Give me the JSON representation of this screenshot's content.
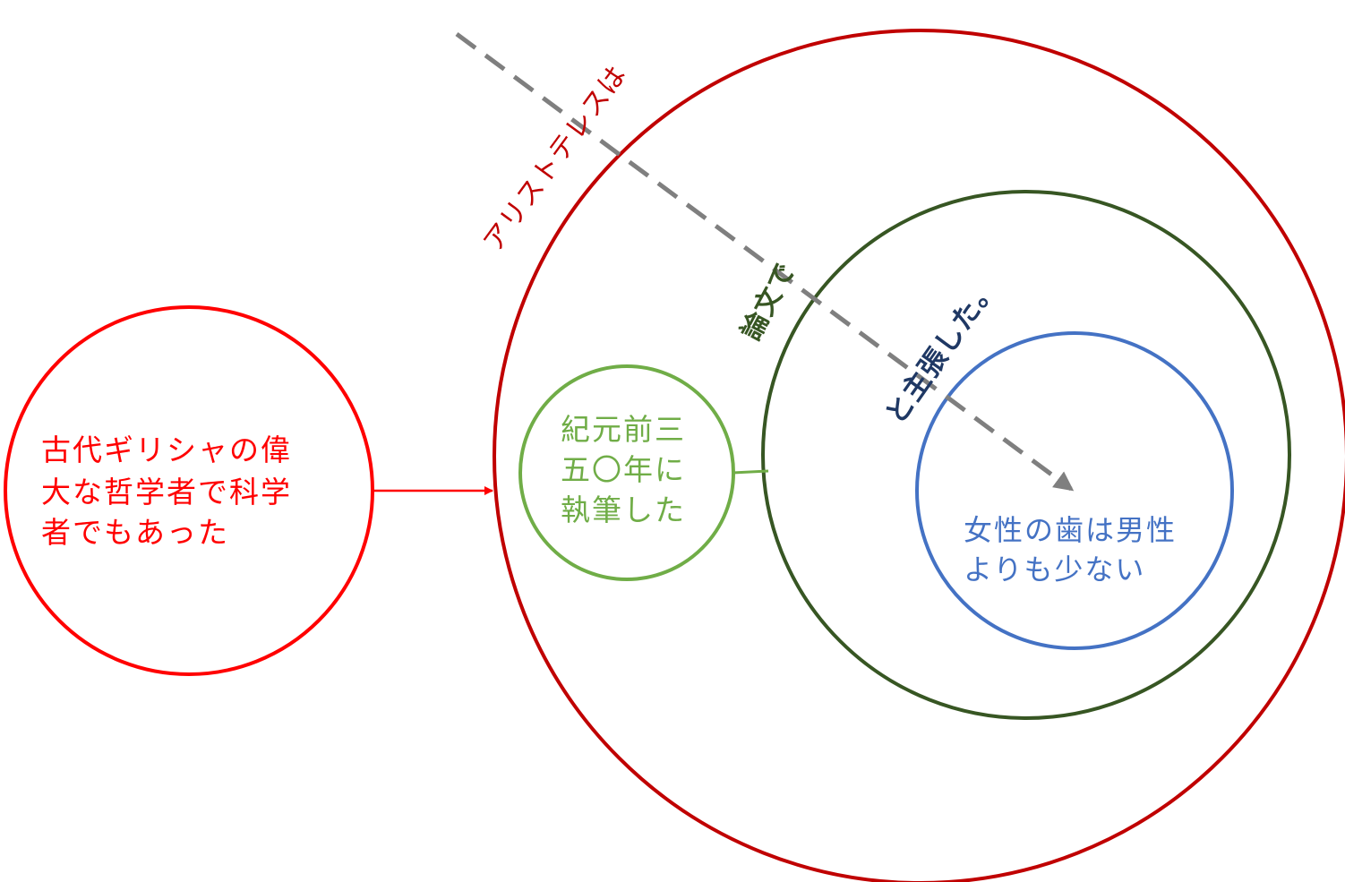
{
  "diagram": {
    "colors": {
      "outer_circle": "#c00000",
      "left_circle": "#ff0000",
      "arrow": "#ff0000",
      "dashed_arrow": "#7f7f7f",
      "small_green_circle": "#70ad47",
      "dark_green_circle": "#375623",
      "blue_circle": "#4472c4",
      "dark_blue_text": "#1f3864"
    },
    "left_circle": {
      "lines": [
        "古代ギリシャの偉",
        "大な哲学者で科学",
        "者でもあった"
      ]
    },
    "outer_arc_label": "アリストテレスは",
    "green_small": {
      "lines": [
        "紀元前三",
        "五〇年に",
        "執筆した"
      ]
    },
    "dark_green_label": "論文で",
    "blue_arc_label": "と主張した。",
    "blue_circle": {
      "lines": [
        "女性の歯は男性",
        "よりも少ない"
      ]
    }
  }
}
